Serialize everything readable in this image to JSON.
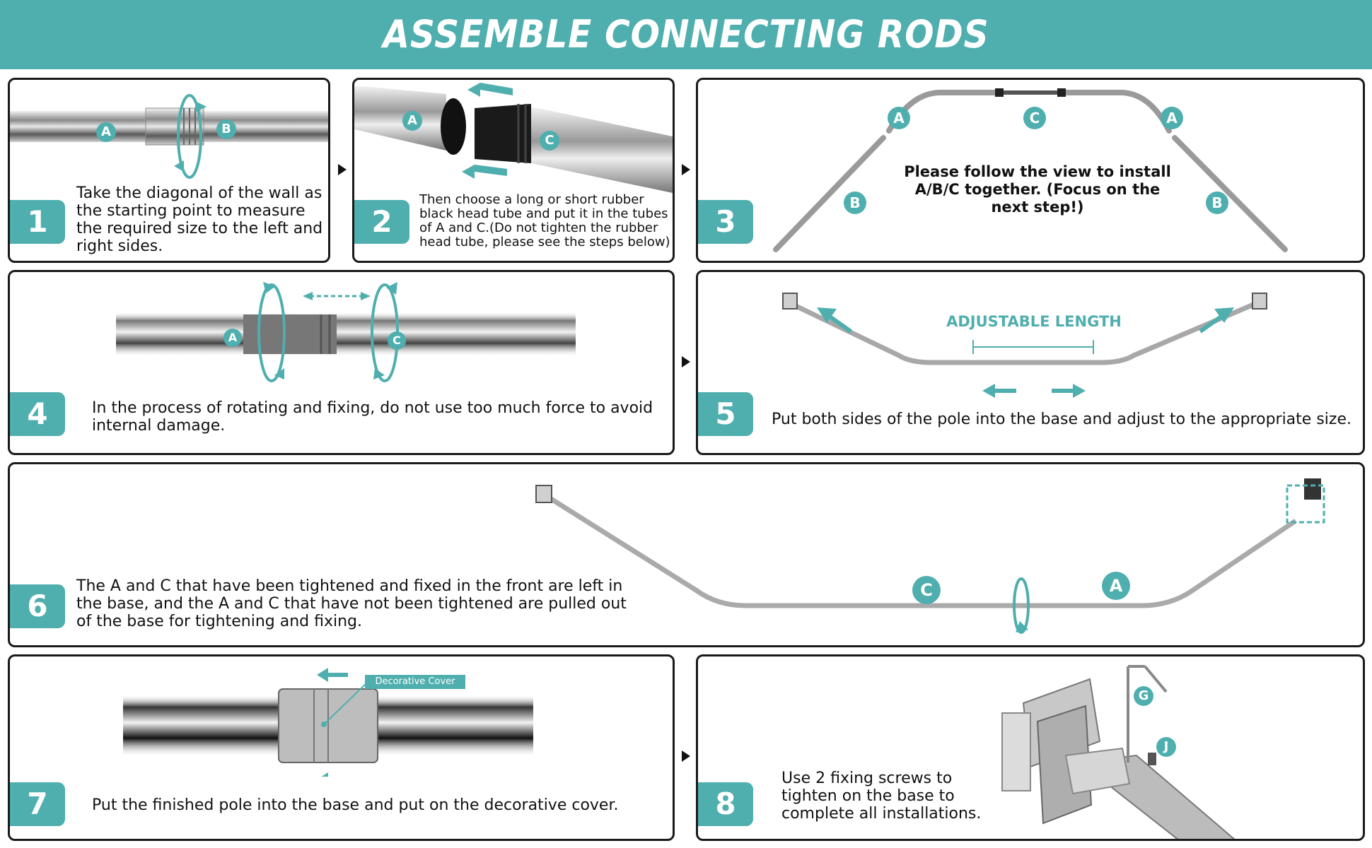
{
  "header": {
    "title": "ASSEMBLE CONNECTING RODS"
  },
  "steps": [
    {
      "num": "1",
      "text": "Take the diagonal of the wall as the starting point to measure the required size to the left and right sides."
    },
    {
      "num": "2",
      "text": "Then choose a long or short rubber black head tube and put it in the tubes of A and C.(Do not tighten the rubber head tube, please see the steps below)"
    },
    {
      "num": "3",
      "text": "Please follow the view to install A/B/C together. (Focus on the next step!)"
    },
    {
      "num": "4",
      "text": "In the process of rotating and fixing, do not use too much force to avoid internal damage."
    },
    {
      "num": "5",
      "text": "Put both sides of the pole into the base and adjust to the appropriate size."
    },
    {
      "num": "6",
      "text": "The A and C that have been tightened and fixed in the front are left in the base, and the A and C that have not been tightened are pulled out of the base for tightening and fixing."
    },
    {
      "num": "7",
      "text": "Put the finished pole into the base and put on the decorative cover."
    },
    {
      "num": "8",
      "text": "Use 2 fixing screws to tighten on the base to complete all installations."
    }
  ],
  "labels": {
    "a": "A",
    "b": "B",
    "c": "C",
    "g": "G",
    "j": "J",
    "adjustable": "ADJUSTABLE LENGTH",
    "decorative": "Decorative Cover"
  },
  "colors": {
    "teal": "#4faeae",
    "dark": "#1a1a1a"
  }
}
